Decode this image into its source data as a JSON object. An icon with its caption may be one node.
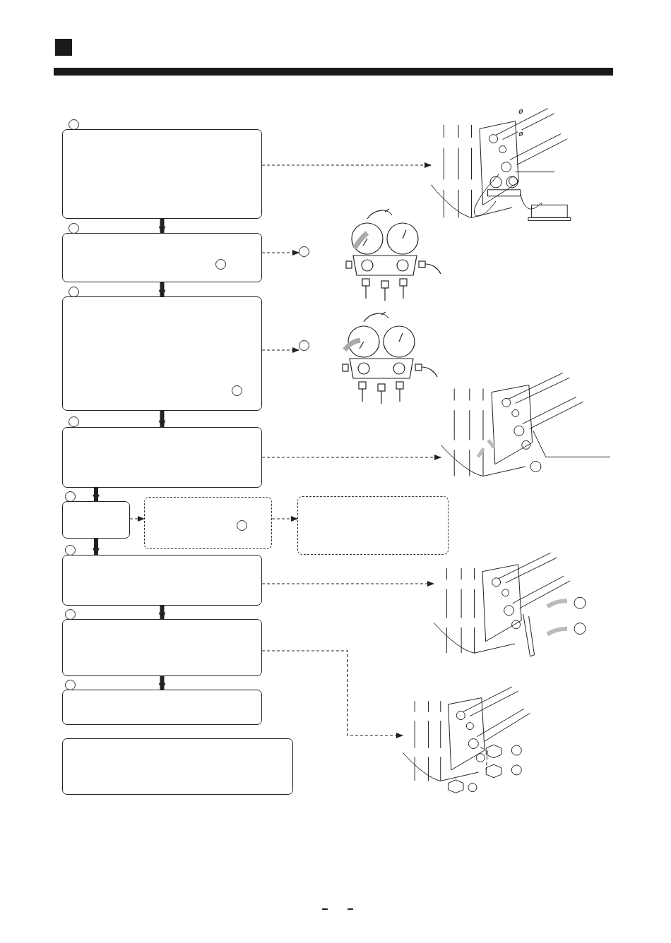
{
  "diagram": {
    "nodes": [
      {
        "text": [],
        "shape": "box"
      },
      {
        "text": [],
        "shape": "picture"
      },
      {
        "text": [],
        "shape": "box"
      },
      {
        "text": [],
        "shape": "circle"
      },
      {
        "text": [],
        "shape": "box"
      },
      {
        "text": [],
        "shape": "circle"
      },
      {
        "text": [],
        "shape": "box"
      },
      {
        "text": [],
        "shape": "picture"
      },
      {
        "text": [],
        "shape": "box"
      },
      {
        "text": [],
        "shape": "box"
      },
      {
        "text": [],
        "shape": "box"
      },
      {
        "text": [],
        "shape": "box"
      },
      {
        "text": [],
        "shape": "picture"
      },
      {
        "text": [],
        "shape": "box"
      },
      {
        "text": [],
        "shape": "picture"
      },
      {
        "text": [],
        "shape": "box"
      },
      {
        "text": [],
        "shape": "box"
      },
      {
        "text": [],
        "shape": "circle"
      },
      {
        "text": [],
        "shape": "circle"
      },
      {
        "text": [],
        "shape": "circle"
      },
      {
        "text": [],
        "shape": "circle"
      },
      {
        "text": [],
        "shape": "circle"
      },
      {
        "text": [],
        "shape": "circle"
      },
      {
        "text": [],
        "shape": "circle"
      },
      {
        "text": [],
        "shape": "circle"
      },
      {
        "text": [],
        "shape": "circle",
        "in": 2
      },
      {
        "text": [],
        "shape": "circle",
        "in": 4
      },
      {
        "text": [],
        "shape": "circle",
        "in": 9
      }
    ],
    "edges": [
      {
        "from": 0,
        "to": 1,
        "arrow": "to",
        "style": "dashed"
      },
      {
        "from": 0,
        "to": 2,
        "arrow": "to",
        "style": "thick"
      },
      {
        "from": 2,
        "to": 3,
        "arrow": "to",
        "style": "dashed"
      },
      {
        "from": 2,
        "to": 4,
        "arrow": "to",
        "style": "thick"
      },
      {
        "from": 4,
        "to": 5,
        "arrow": "to",
        "style": "dashed"
      },
      {
        "from": 4,
        "to": 6,
        "arrow": "to",
        "style": "thick"
      },
      {
        "from": 6,
        "to": 7,
        "arrow": "to",
        "style": "dashed"
      },
      {
        "from": 6,
        "to": 8,
        "arrow": "to",
        "style": "thick"
      },
      {
        "from": 8,
        "to": 9,
        "arrow": "to",
        "style": "dashed"
      },
      {
        "from": 9,
        "to": 10,
        "arrow": "to",
        "style": "dashed"
      },
      {
        "from": 8,
        "to": 11,
        "arrow": "to",
        "style": "thick"
      },
      {
        "from": 11,
        "to": 12,
        "arrow": "to",
        "style": "dashed"
      },
      {
        "from": 11,
        "to": 13,
        "arrow": "to",
        "style": "thick"
      },
      {
        "from": 13,
        "to": 14,
        "arrow": "to",
        "style": "dashed"
      },
      {
        "from": 13,
        "to": 15,
        "arrow": "to",
        "style": "thick"
      }
    ],
    "labels": [
      "ø",
      "ø"
    ]
  }
}
